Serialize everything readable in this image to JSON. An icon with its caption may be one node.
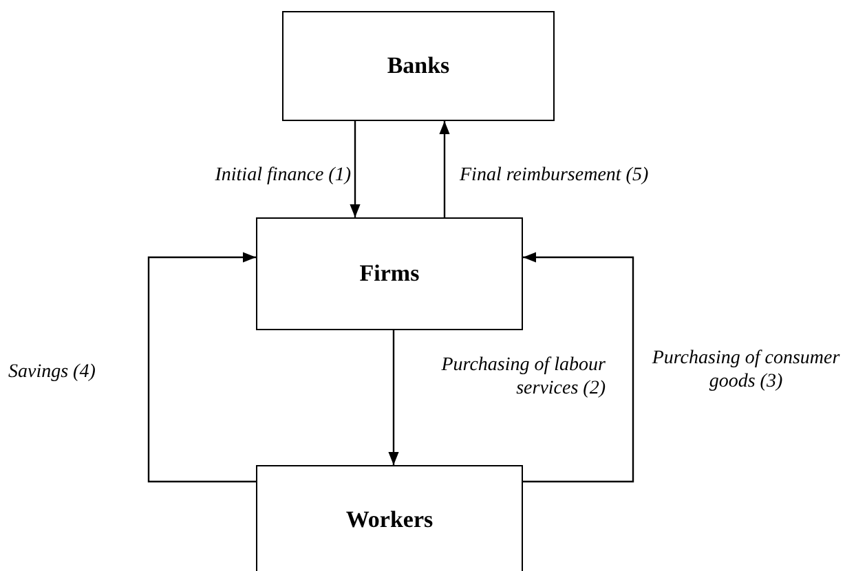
{
  "diagram": {
    "nodes": [
      {
        "text": [
          "Banks"
        ]
      },
      {
        "text": [
          "Firms"
        ]
      },
      {
        "text": [
          "Workers"
        ]
      }
    ],
    "edges": [
      {
        "from": 0,
        "to": 1,
        "arrow": "to",
        "label": "Initial finance (1)"
      },
      {
        "from": 1,
        "to": 0,
        "arrow": "to",
        "label": "Final reimbursement (5)"
      },
      {
        "from": 1,
        "to": 2,
        "arrow": "to",
        "label": "Purchasing of labour services (2)"
      },
      {
        "from": 2,
        "to": 1,
        "arrow": "to",
        "label": "Savings (4)"
      },
      {
        "from": 2,
        "to": 1,
        "arrow": "to",
        "label": "Purchasing of consumer goods (3)"
      }
    ]
  }
}
